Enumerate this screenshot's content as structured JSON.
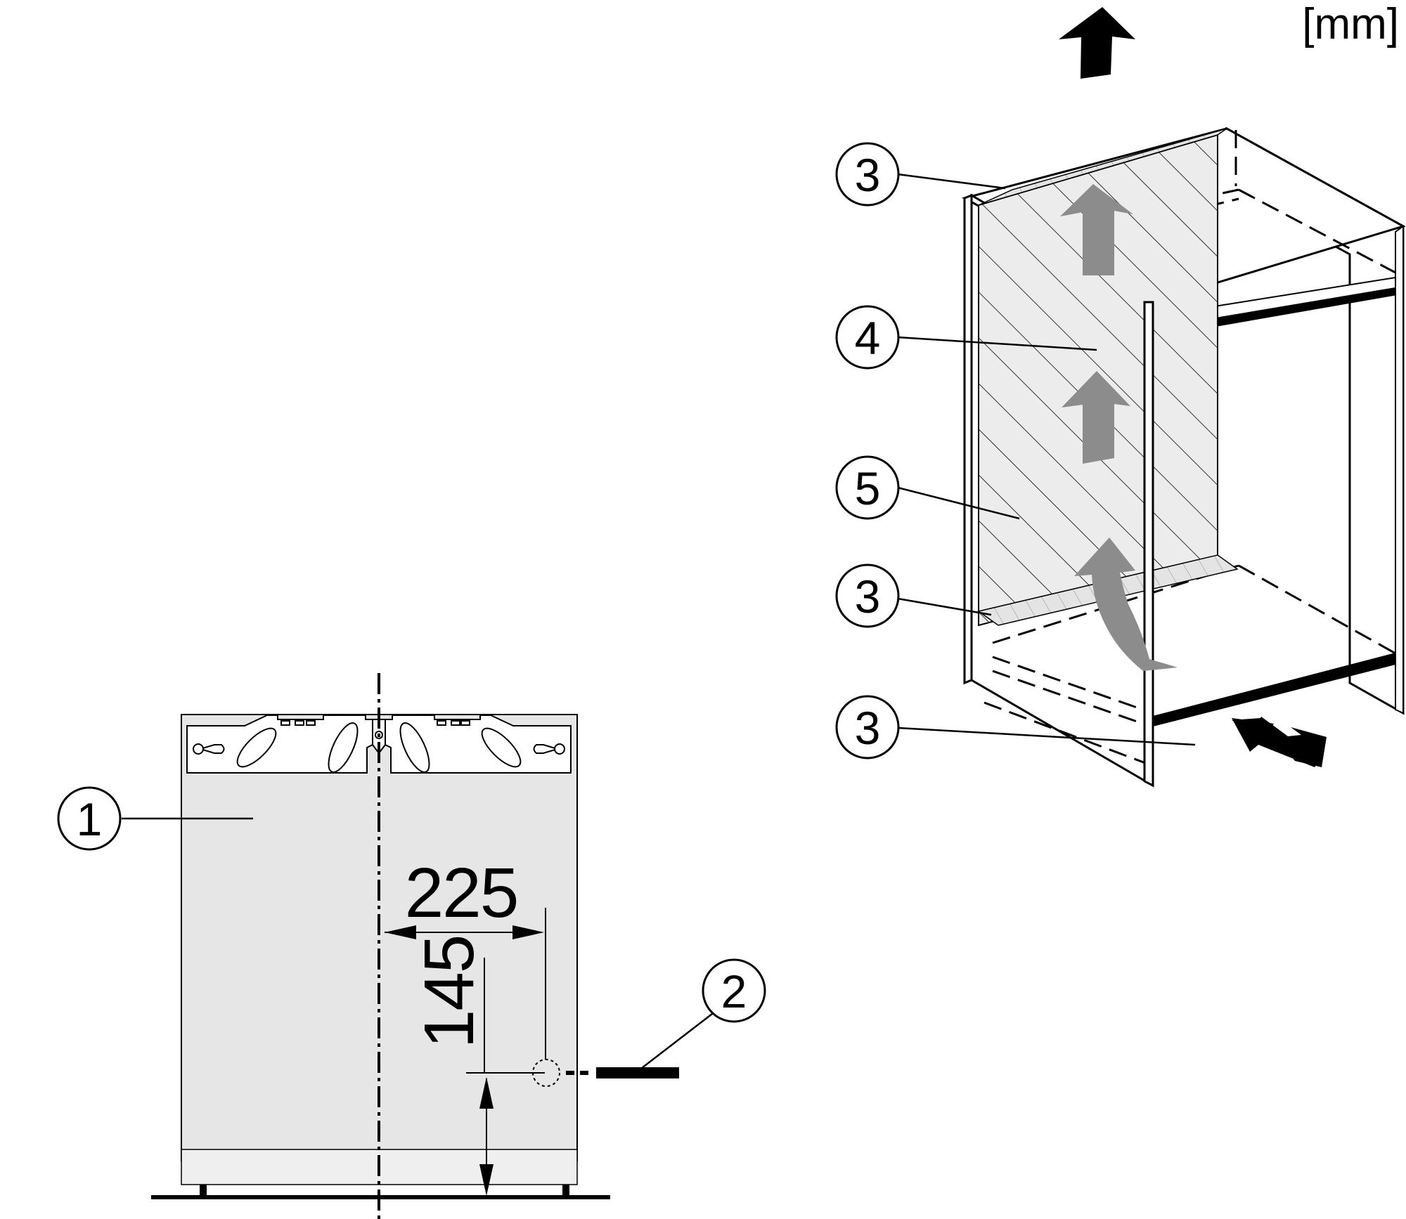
{
  "unit_label": "[mm]",
  "callouts": {
    "c1": "1",
    "c2": "2",
    "c3_top": "3",
    "c4": "4",
    "c5": "5",
    "c3_mid": "3",
    "c3_bottom": "3"
  },
  "dimensions": {
    "horizontal": "225",
    "vertical": "145"
  },
  "colors": {
    "appliance_fill": "#e6e6e6",
    "airflow_arrow": "#8c8c8c",
    "panel_hatch_fill": "#ededed",
    "line": "#000000"
  }
}
